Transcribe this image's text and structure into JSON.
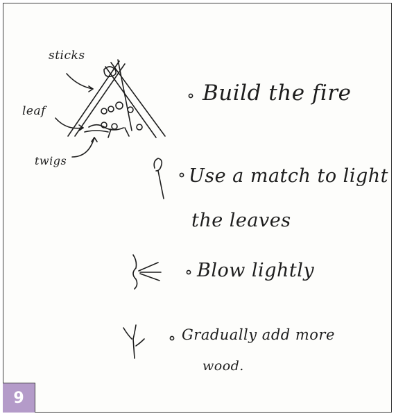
{
  "card": {
    "number": "9",
    "steps": [
      {
        "text": "Build the fire"
      },
      {
        "text_line1": "Use a match to light",
        "text_line2": "the leaves"
      },
      {
        "text": "Blow lightly"
      },
      {
        "text_line1": "Gradually add more",
        "text_line2": "wood."
      }
    ],
    "diagram_labels": {
      "sticks": "sticks",
      "leaf": "leaf",
      "twigs": "twigs"
    },
    "colors": {
      "badge": "#b49bc9",
      "ink": "#1d1d1d",
      "border": "#3d3d3d"
    },
    "icons": [
      "campfire-sketch-icon",
      "match-icon",
      "blow-air-icon",
      "twig-icon"
    ]
  }
}
